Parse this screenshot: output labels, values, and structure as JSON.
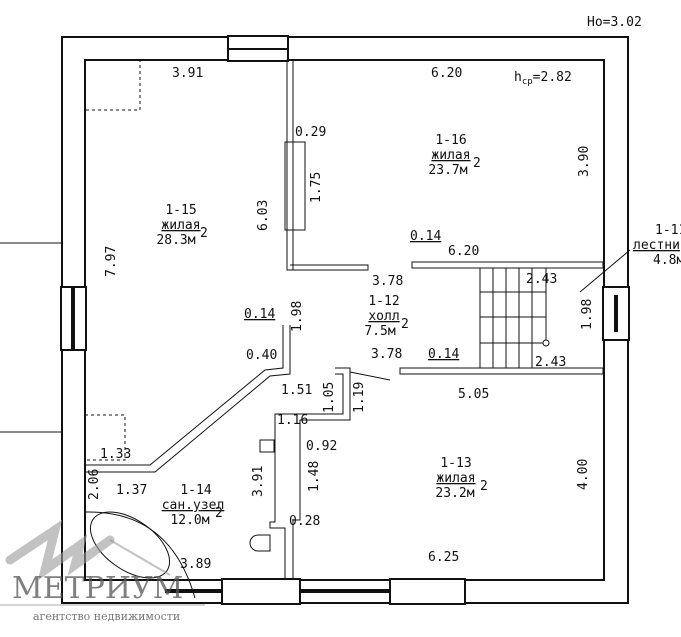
{
  "plan": {
    "ceiling_height": "Ho=3.02",
    "avg_height_label": "h",
    "avg_height_sub": "ср",
    "avg_height_value": "=2.82",
    "rooms": [
      {
        "id": "1-15",
        "type": "жилая",
        "area": "28.3м",
        "sup": "2"
      },
      {
        "id": "1-16",
        "type": "жилая",
        "area": "23.7м",
        "sup": "2"
      },
      {
        "id": "1-12",
        "type": "холл",
        "area": "7.5м",
        "sup": "2"
      },
      {
        "id": "1-13",
        "type": "жилая",
        "area": "23.2м",
        "sup": "2"
      },
      {
        "id": "1-14",
        "type": "сан.узел",
        "area": "12.0м",
        "sup": "2"
      },
      {
        "id": "1-11",
        "type": "лестни",
        "area": "4.8м",
        "sup": ""
      }
    ],
    "dimensions": [
      "3.91",
      "6.20",
      "3.90",
      "0.29",
      "1.75",
      "6.03",
      "7.97",
      "0.14",
      "6.20",
      "3.78",
      "2.43",
      "1.98",
      "1.98",
      "0.14",
      "0.40",
      "3.78",
      "0.14",
      "2.43",
      "1.51",
      "1.05",
      "1.19",
      "5.05",
      "1.16",
      "0.92",
      "1.33",
      "3.91",
      "1.48",
      "4.00",
      "2.06",
      "1.37",
      "0.28",
      "6.25",
      "3.89"
    ]
  },
  "watermark": {
    "brand": "МЕТРИУМ",
    "tagline": "агентство недвижимости"
  }
}
